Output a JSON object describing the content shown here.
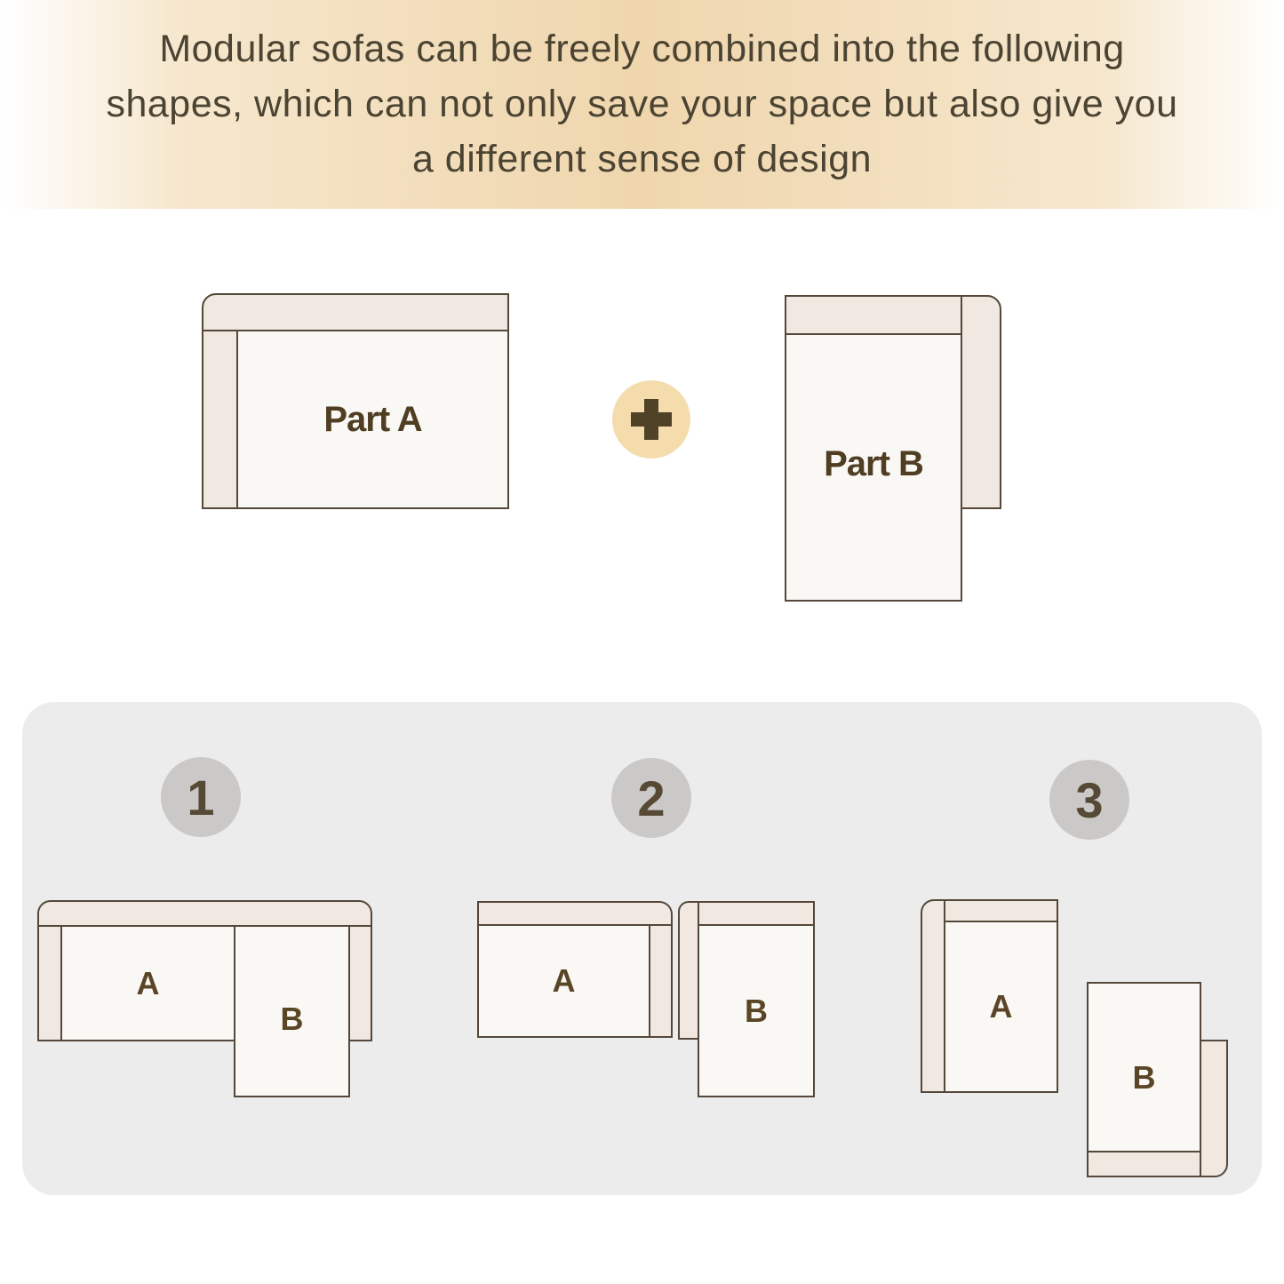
{
  "header": {
    "lines": [
      "Modular sofas can be freely combined into the following",
      "shapes, which can not only save your space but also give you",
      "a different sense of design"
    ]
  },
  "parts": {
    "part_a_label": "Part A",
    "part_b_label": "Part B",
    "plus_icon": "+"
  },
  "combinations": [
    {
      "number": "1",
      "module_a": "A",
      "module_b": "B"
    },
    {
      "number": "2",
      "module_a": "A",
      "module_b": "B"
    },
    {
      "number": "3",
      "module_a": "A",
      "module_b": "B"
    }
  ],
  "colors": {
    "header_gradient_center": "#efd6ad",
    "header_text": "#4b4433",
    "sofa_band_fill": "#f1e8e2",
    "sofa_seat_fill": "#faf8f5",
    "sofa_outline": "#53483a",
    "module_label_text": "#5a4526",
    "part_label_text": "#4f3e22",
    "plus_circle_bg": "#f5dcac",
    "plus_glyph": "#4f4226",
    "panel_bg": "#ececec",
    "badge_bg": "#cbc9c7",
    "badge_text": "#564935"
  }
}
